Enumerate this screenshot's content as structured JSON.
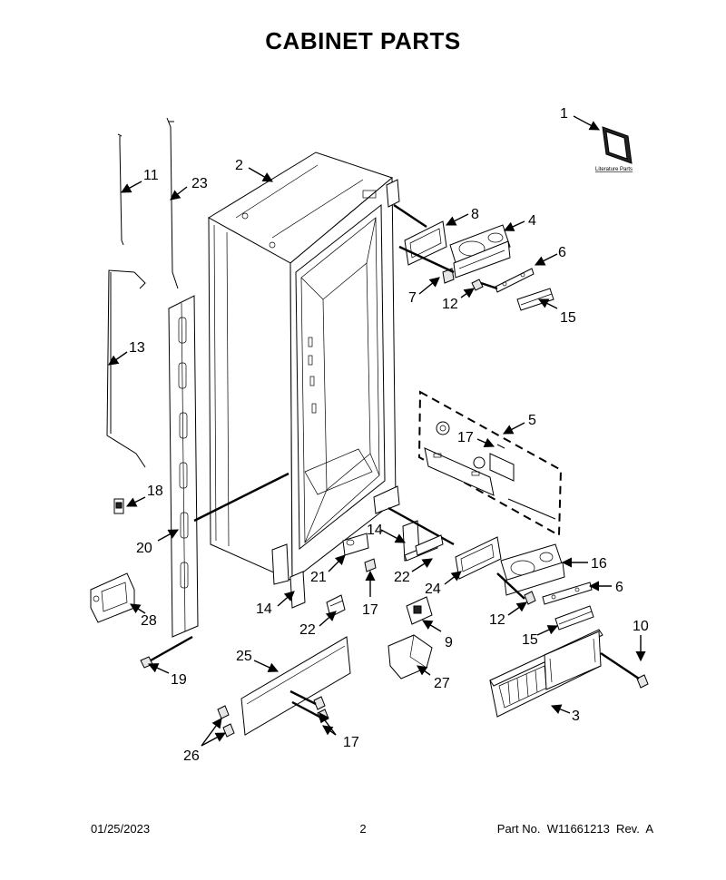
{
  "page": {
    "title": "CABINET PARTS",
    "footer": {
      "date": "01/25/2023",
      "page_number": "2",
      "part_info": "Part No.  W11661213  Rev.  A"
    }
  },
  "literature": {
    "label": "Literature Parts"
  },
  "callouts": [
    {
      "id": "1",
      "label": "1"
    },
    {
      "id": "2",
      "label": "2"
    },
    {
      "id": "3",
      "label": "3"
    },
    {
      "id": "4",
      "label": "4"
    },
    {
      "id": "5",
      "label": "5"
    },
    {
      "id": "6a",
      "label": "6"
    },
    {
      "id": "6b",
      "label": "6"
    },
    {
      "id": "7",
      "label": "7"
    },
    {
      "id": "8",
      "label": "8"
    },
    {
      "id": "9",
      "label": "9"
    },
    {
      "id": "10",
      "label": "10"
    },
    {
      "id": "11",
      "label": "11"
    },
    {
      "id": "12a",
      "label": "12"
    },
    {
      "id": "12b",
      "label": "12"
    },
    {
      "id": "13",
      "label": "13"
    },
    {
      "id": "14a",
      "label": "14"
    },
    {
      "id": "14b",
      "label": "14"
    },
    {
      "id": "15a",
      "label": "15"
    },
    {
      "id": "15b",
      "label": "15"
    },
    {
      "id": "16",
      "label": "16"
    },
    {
      "id": "17a",
      "label": "17"
    },
    {
      "id": "17b",
      "label": "17"
    },
    {
      "id": "17c",
      "label": "17"
    },
    {
      "id": "18",
      "label": "18"
    },
    {
      "id": "19",
      "label": "19"
    },
    {
      "id": "20",
      "label": "20"
    },
    {
      "id": "21",
      "label": "21"
    },
    {
      "id": "22a",
      "label": "22"
    },
    {
      "id": "22b",
      "label": "22"
    },
    {
      "id": "23",
      "label": "23"
    },
    {
      "id": "24",
      "label": "24"
    },
    {
      "id": "25",
      "label": "25"
    },
    {
      "id": "26",
      "label": "26"
    },
    {
      "id": "27",
      "label": "27"
    },
    {
      "id": "28",
      "label": "28"
    }
  ]
}
